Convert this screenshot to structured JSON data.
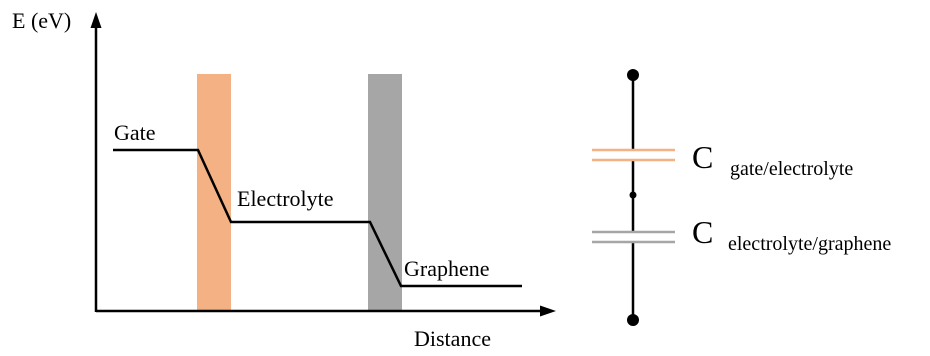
{
  "axes": {
    "y_label": "E (eV)",
    "x_label": "Distance"
  },
  "regions": {
    "gate": "Gate",
    "electrolyte": "Electrolyte",
    "graphene": "Graphene"
  },
  "barriers": {
    "gate_electrolyte_color": "#F4B183",
    "electrolyte_graphene_color": "#A6A6A6"
  },
  "circuit": {
    "c1_symbol": "C",
    "c1_subscript": "gate/electrolyte",
    "c1_color": "#F4B183",
    "c2_symbol": "C",
    "c2_subscript": "electrolyte/graphene",
    "c2_color": "#A6A6A6"
  }
}
